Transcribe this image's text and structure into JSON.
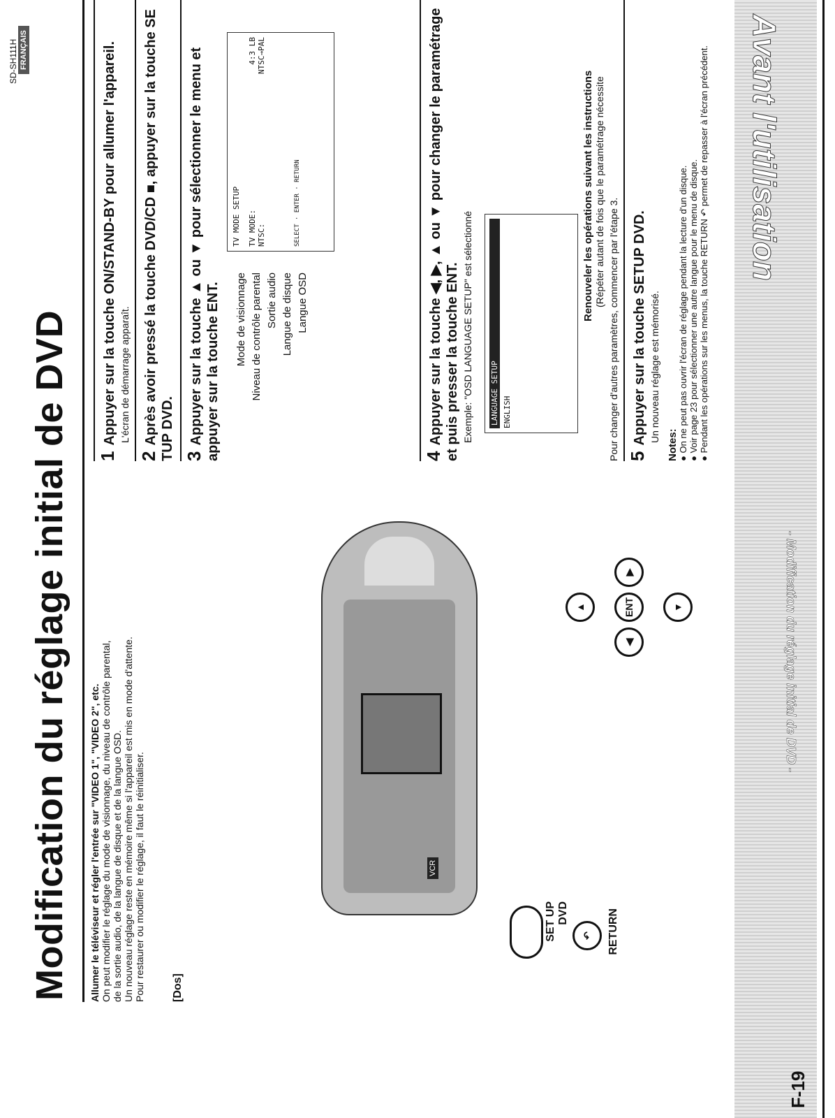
{
  "header": {
    "model": "SD-SH111H",
    "language_tab": "FRANÇAIS",
    "band_title": "Avant l'utilisation",
    "band_subtitle": "- Modification du réglage initial de DVD -",
    "page_number": "F-19"
  },
  "title": "Modification du réglage initial de DVD",
  "intro": {
    "lead": "Allumer le téléviseur et régler l'entrée sur \"VIDEO 1\", \"VIDEO 2\", etc.",
    "lines": [
      "On peut modifier le réglage du mode de visionnage, du niveau de contrôle parental,",
      "de la sortie audio, de la langue de disque et de la langue OSD.",
      "Un nouveau réglage reste en mémoire même si l'appareil est mis en mode d'attente.",
      "Pour restaurer ou modifier le réglage, il faut le réinitialiser."
    ]
  },
  "dos_label": "[Dos]",
  "remote": {
    "setup_label": "SET UP DVD",
    "return_label": "RETURN",
    "ent_label": "ENT",
    "vcr_label": "VCR"
  },
  "steps": [
    {
      "num": "1",
      "head": "Appuyer sur la touche ON/STAND-BY pour allumer l'appareil.",
      "text": "L'écran de démarrage apparaît."
    },
    {
      "num": "2",
      "head": "Après avoir pressé la touche DVD/CD ■, appuyer sur la touche SE TUP DVD.",
      "text": ""
    },
    {
      "num": "3",
      "head": "Appuyer sur la touche ▲ ou ▼ pour sélectionner le menu et appuyer sur la touche ENT.",
      "text": ""
    },
    {
      "num": "4",
      "head": "Appuyer sur la touche ◀, ▶, ▲ ou ▼ pour changer le paramétrage et puis presser la touche ENT.",
      "text": "Exemple: \"OSD LANGUAGE SETUP\" est sélectionné"
    },
    {
      "num": "5",
      "head": "Appuyer sur la touche SETUP DVD.",
      "text": "Un nouveau réglage est mémorisé."
    }
  ],
  "menu_labels": [
    "Mode de visionnage",
    "Niveau de contrôle parental",
    "Sortie audio",
    "Langue de disque",
    "Langue OSD"
  ],
  "menu_screen": {
    "title": "TV MODE SETUP",
    "line1": "TV MODE:",
    "line2": "NTSC:",
    "val1": "4:3  LB",
    "val2": "NTSC→PAL",
    "footer1": "SELECT",
    "footer2": "ENTER",
    "footer3": "RETURN"
  },
  "osd_screen": {
    "title": "LANGUAGE SETUP",
    "value": "ENGLISH"
  },
  "repeat": {
    "line1": "Renouveler les opérations suivant les instructions",
    "line2": "(Répéter autant de fois que le paramétrage nécessite",
    "other": "Pour changer d'autres paramètres, commencer par l'étape 3."
  },
  "notes": {
    "title": "Notes:",
    "items": [
      "On ne peut pas ouvrir l'écran de réglage pendant la lecture d'un disque.",
      "Voir page 23 pour sélectionner une autre langue pour le menu de disque.",
      "Pendant les opérations sur les menus, la touche RETURN ↶ permet de repasser à l'écran précédent."
    ]
  }
}
